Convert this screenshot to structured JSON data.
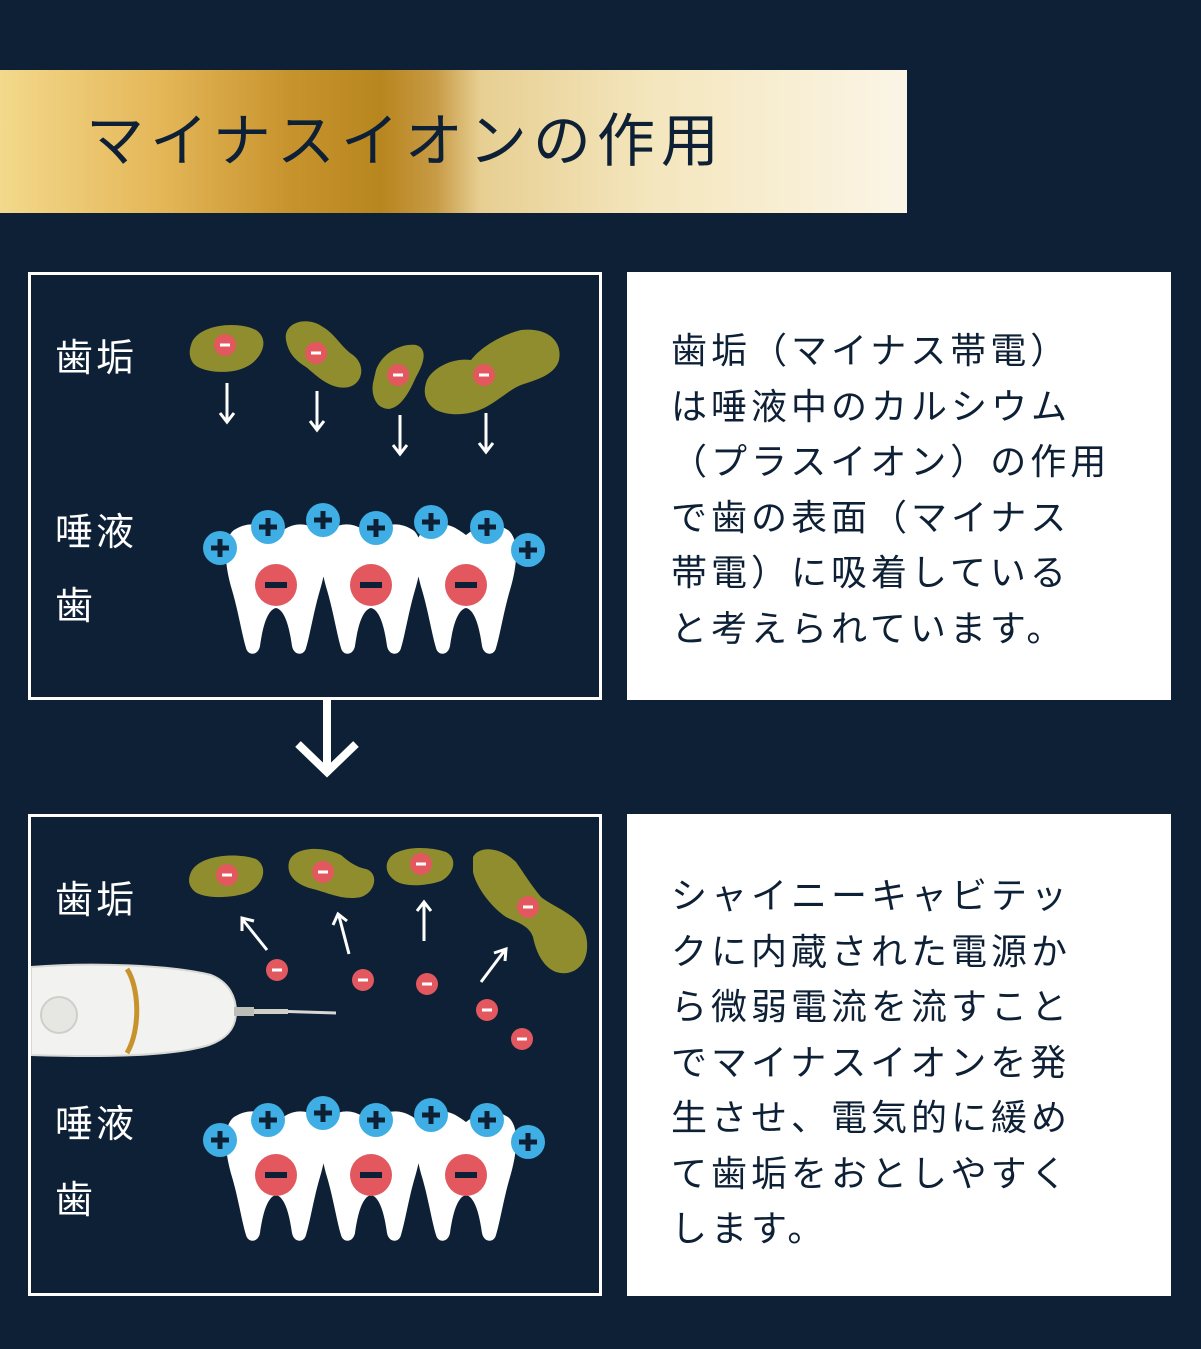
{
  "title": "マイナスイオンの作用",
  "panel1": {
    "labels": {
      "plaque": "歯垢",
      "saliva": "唾液",
      "tooth": "歯"
    }
  },
  "panel2": {
    "labels": {
      "plaque": "歯垢",
      "saliva": "唾液",
      "tooth": "歯"
    }
  },
  "text1": {
    "lines": [
      "歯垢（マイナス帯電）",
      "は唾液中のカルシウム",
      "（プラスイオン）の作用",
      "で歯の表面（マイナス",
      "帯電）に吸着している",
      "と考えられています。"
    ]
  },
  "text2": {
    "lines": [
      "シャイニーキャビテッ",
      "クに内蔵された電源か",
      "ら微弱電流を流すこと",
      "でマイナスイオンを発",
      "生させ、電気的に緩め",
      "て歯垢をおとしやすく",
      "します。"
    ]
  },
  "colors": {
    "background": "#0d2035",
    "plaque": "#8f8d2e",
    "minus": "#e2585e",
    "plus": "#3eaee4",
    "tooth": "#ffffff",
    "gold": "#c7932d"
  },
  "icons": {
    "down_arrow": "chevron-down-arrow",
    "device": "ultrasonic-scaler-device"
  }
}
